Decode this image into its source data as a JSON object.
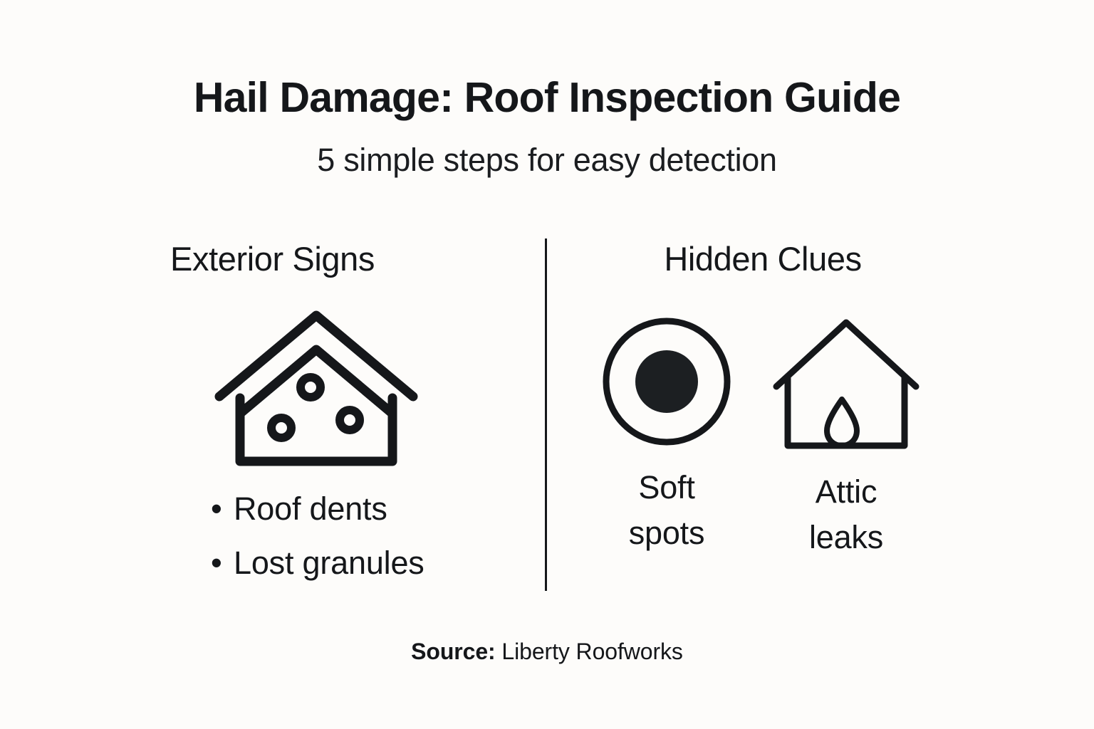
{
  "header": {
    "title": "Hail Damage: Roof Inspection Guide",
    "subtitle": "5 simple steps for easy detection"
  },
  "columns": {
    "left": {
      "heading": "Exterior Signs",
      "icon": "house-with-dents-icon",
      "bullet_marker": "•",
      "items": [
        {
          "label": "Roof dents"
        },
        {
          "label": "Lost granules"
        }
      ]
    },
    "right": {
      "heading": "Hidden Clues",
      "clues": [
        {
          "icon": "soft-spot-circle-icon",
          "label_line1": "Soft",
          "label_line2": "spots"
        },
        {
          "icon": "house-with-water-drop-icon",
          "label_line1": "Attic",
          "label_line2": "leaks"
        }
      ]
    }
  },
  "footer": {
    "source_label": "Source:",
    "source_name": " Liberty Roofworks"
  },
  "colors": {
    "background": "#fdfcfa",
    "ink": "#15171a"
  }
}
